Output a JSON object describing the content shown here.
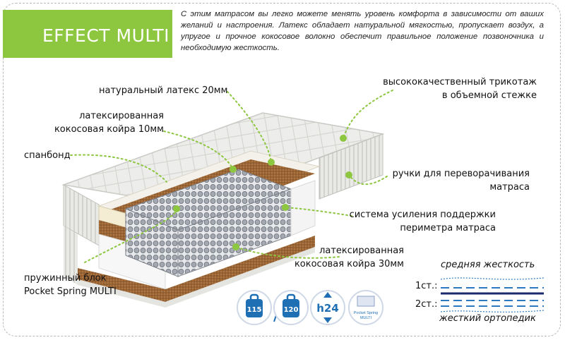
{
  "product": {
    "title": "EFFECT MULTI",
    "description": "С этим матрасом вы легко можете менять уровень комфорта в зависимости от ваших желаний и настроения. Латекс обладает натуральной мягкостью, пропускает воздух, а упругое и прочное кокосовое волокно обеспечит правильное положение позвоночника и необходимую жесткость."
  },
  "labels": {
    "latex": "натуральный латекс 20мм",
    "coir10_line1": "латексированная",
    "coir10_line2": "кокосовая койра 10мм",
    "spunbond": "спанбонд",
    "spring_line1": "пружинный блок",
    "spring_line2": "Pocket Spring MULTI",
    "knit_line1": "высококачественный трикотаж",
    "knit_line2": "в объемной стежке",
    "handles_line1": "ручки для переворачивания",
    "handles_line2": "матраса",
    "perimeter_line1": "система усиления поддержки",
    "perimeter_line2": "периметра матраса",
    "coir30_line1": "латексированная",
    "coir30_line2": "кокосовая койра 30мм"
  },
  "badges": {
    "load1": "115",
    "load2": "120",
    "height": "h24",
    "spring_line1": "Pocket Spring",
    "spring_line2": "MULTI"
  },
  "firmness": {
    "title_top": "средняя жесткость",
    "side1": "1ст.:",
    "side2": "2ст.:",
    "title_bottom": "жесткий ортопедик"
  },
  "colors": {
    "green": "#8dc63f",
    "blue": "#1f6fb5",
    "navy": "#1b2a6b",
    "coir": "#8b5a2b"
  }
}
